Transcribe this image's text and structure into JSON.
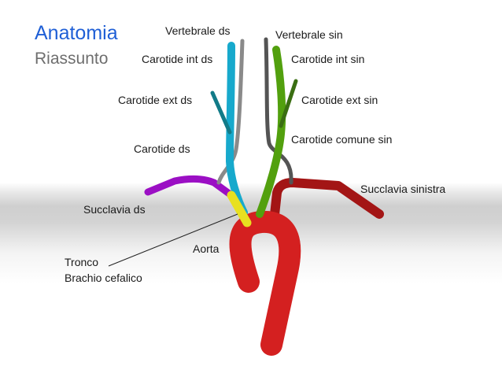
{
  "header": {
    "title": "Anatomia",
    "subtitle": "Riassunto"
  },
  "labels": {
    "vertebrale_ds": "Vertebrale ds",
    "vertebrale_sin": "Vertebrale sin",
    "carotide_int_ds": "Carotide int ds",
    "carotide_int_sin": "Carotide int sin",
    "carotide_ext_ds": "Carotide ext ds",
    "carotide_ext_sin": "Carotide ext sin",
    "carotide_comune_sin": "Carotide comune sin",
    "carotide_ds": "Carotide ds",
    "succlavia_sinistra": "Succlavia sinistra",
    "succlavia_ds": "Succlavia ds",
    "aorta": "Aorta",
    "tronco_line1": "Tronco",
    "tronco_line2": "Brachio cefalico"
  },
  "colors": {
    "title": "#1f5fd6",
    "subtitle": "#6e6e6e",
    "aorta": "#d42020",
    "succlavia_sinistra": "#a31515",
    "succlavia_ds": "#9b0fc4",
    "tronco_brachio_cefalico": "#e8e020",
    "carotide_ds": "#17a9cc",
    "carotide_ext_ds": "#127b88",
    "vertebrale_ds": "#8a8a8a",
    "carotide_sin": "#52a00e",
    "carotide_ext_sin": "#3a6e12",
    "vertebrale_sin": "#545454"
  }
}
